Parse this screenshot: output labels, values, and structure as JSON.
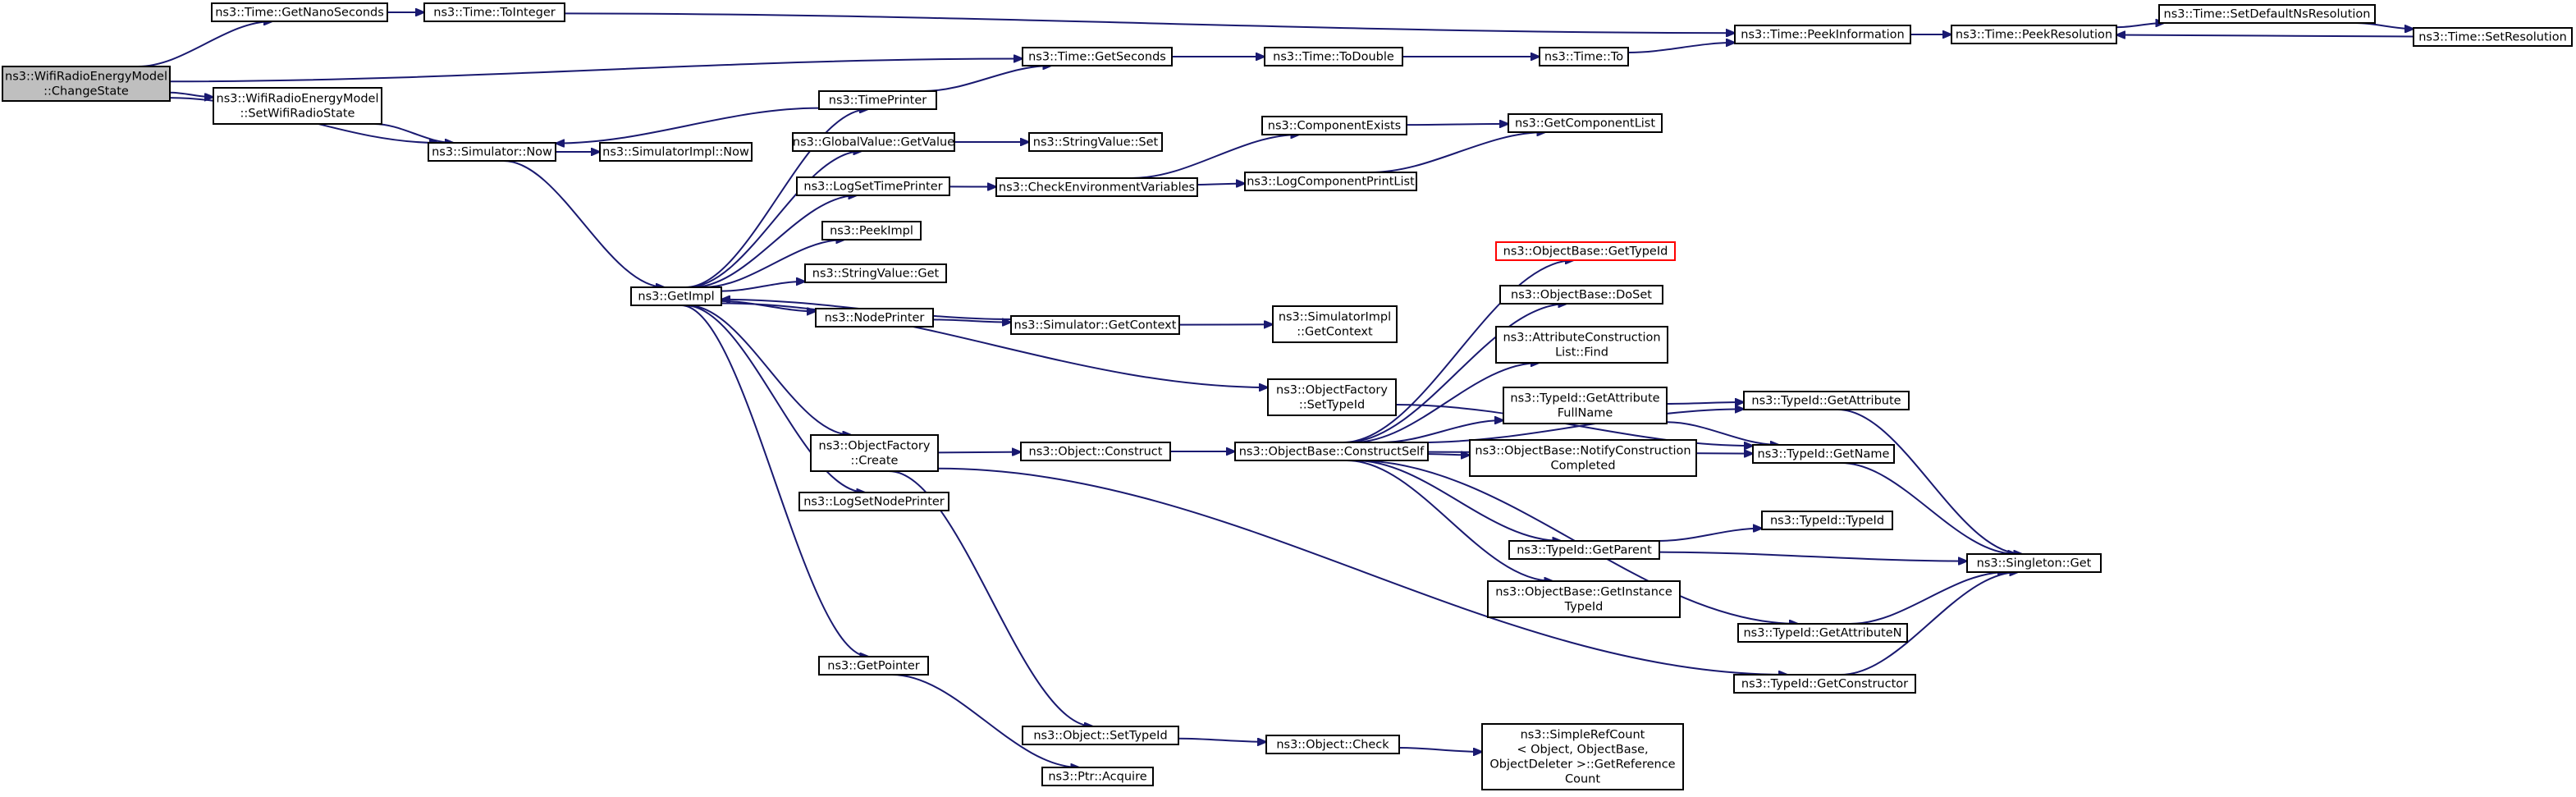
{
  "nodes": [
    {
      "id": "root",
      "lines": [
        "ns3::WifiRadioEnergyModel",
        "::ChangeState"
      ],
      "style": "root"
    },
    {
      "id": "getNano",
      "lines": [
        "ns3::Time::GetNanoSeconds"
      ]
    },
    {
      "id": "toInteger",
      "lines": [
        "ns3::Time::ToInteger"
      ]
    },
    {
      "id": "peekInfo",
      "lines": [
        "ns3::Time::PeekInformation"
      ]
    },
    {
      "id": "peekRes",
      "lines": [
        "ns3::Time::PeekResolution"
      ]
    },
    {
      "id": "setDefaultNs",
      "lines": [
        "ns3::Time::SetDefaultNsResolution"
      ]
    },
    {
      "id": "setRes",
      "lines": [
        "ns3::Time::SetResolution"
      ]
    },
    {
      "id": "getSeconds",
      "lines": [
        "ns3::Time::GetSeconds"
      ]
    },
    {
      "id": "toDouble",
      "lines": [
        "ns3::Time::ToDouble"
      ]
    },
    {
      "id": "timeTo",
      "lines": [
        "ns3::Time::To"
      ]
    },
    {
      "id": "setWifi",
      "lines": [
        "ns3::WifiRadioEnergyModel",
        "::SetWifiRadioState"
      ]
    },
    {
      "id": "timePrinter",
      "lines": [
        "ns3::TimePrinter"
      ]
    },
    {
      "id": "simNow",
      "lines": [
        "ns3::Simulator::Now"
      ]
    },
    {
      "id": "simImplNow",
      "lines": [
        "ns3::SimulatorImpl::Now"
      ]
    },
    {
      "id": "gvGetValue",
      "lines": [
        "ns3::GlobalValue::GetValue"
      ]
    },
    {
      "id": "svSet",
      "lines": [
        "ns3::StringValue::Set"
      ]
    },
    {
      "id": "compExists",
      "lines": [
        "ns3::ComponentExists"
      ]
    },
    {
      "id": "getCompList",
      "lines": [
        "ns3::GetComponentList"
      ]
    },
    {
      "id": "logSetTime",
      "lines": [
        "ns3::LogSetTimePrinter"
      ]
    },
    {
      "id": "checkEnv",
      "lines": [
        "ns3::CheckEnvironmentVariables"
      ]
    },
    {
      "id": "logCompPrint",
      "lines": [
        "ns3::LogComponentPrintList"
      ]
    },
    {
      "id": "peekImpl",
      "lines": [
        "ns3::PeekImpl"
      ]
    },
    {
      "id": "obGetTypeId",
      "lines": [
        "ns3::ObjectBase::GetTypeId"
      ],
      "style": "red"
    },
    {
      "id": "svGet",
      "lines": [
        "ns3::StringValue::Get"
      ]
    },
    {
      "id": "getImpl",
      "lines": [
        "ns3::GetImpl"
      ]
    },
    {
      "id": "obDoSet",
      "lines": [
        "ns3::ObjectBase::DoSet"
      ]
    },
    {
      "id": "nodePrinter",
      "lines": [
        "ns3::NodePrinter"
      ]
    },
    {
      "id": "simGetCtx",
      "lines": [
        "ns3::Simulator::GetContext"
      ]
    },
    {
      "id": "simImplGetCtx",
      "lines": [
        "ns3::SimulatorImpl",
        "::GetContext"
      ]
    },
    {
      "id": "attrCons",
      "lines": [
        "ns3::AttributeConstruction",
        "List::Find"
      ]
    },
    {
      "id": "ofSetTypeId",
      "lines": [
        "ns3::ObjectFactory",
        "::SetTypeId"
      ]
    },
    {
      "id": "tidGetAttrFull",
      "lines": [
        "ns3::TypeId::GetAttribute",
        "FullName"
      ]
    },
    {
      "id": "tidGetAttr",
      "lines": [
        "ns3::TypeId::GetAttribute"
      ]
    },
    {
      "id": "ofCreate",
      "lines": [
        "ns3::ObjectFactory",
        "::Create"
      ]
    },
    {
      "id": "objConstruct",
      "lines": [
        "ns3::Object::Construct"
      ]
    },
    {
      "id": "obConstructSelf",
      "lines": [
        "ns3::ObjectBase::ConstructSelf"
      ]
    },
    {
      "id": "obNotify",
      "lines": [
        "ns3::ObjectBase::NotifyConstruction",
        "Completed"
      ]
    },
    {
      "id": "tidGetName",
      "lines": [
        "ns3::TypeId::GetName"
      ]
    },
    {
      "id": "logSetNode",
      "lines": [
        "ns3::LogSetNodePrinter"
      ]
    },
    {
      "id": "tidTypeId",
      "lines": [
        "ns3::TypeId::TypeId"
      ]
    },
    {
      "id": "tidGetParent",
      "lines": [
        "ns3::TypeId::GetParent"
      ]
    },
    {
      "id": "singletonGet",
      "lines": [
        "ns3::Singleton::Get"
      ]
    },
    {
      "id": "obGetInstance",
      "lines": [
        "ns3::ObjectBase::GetInstance",
        "TypeId"
      ]
    },
    {
      "id": "tidGetAttrN",
      "lines": [
        "ns3::TypeId::GetAttributeN"
      ]
    },
    {
      "id": "getPointer",
      "lines": [
        "ns3::GetPointer"
      ]
    },
    {
      "id": "tidGetCtor",
      "lines": [
        "ns3::TypeId::GetConstructor"
      ]
    },
    {
      "id": "objSetTypeId",
      "lines": [
        "ns3::Object::SetTypeId"
      ]
    },
    {
      "id": "objCheck",
      "lines": [
        "ns3::Object::Check"
      ]
    },
    {
      "id": "srcGetRef",
      "lines": [
        "ns3::SimpleRefCount",
        "< Object, ObjectBase,",
        "ObjectDeleter >::GetReference",
        "Count"
      ]
    },
    {
      "id": "ptrAcquire",
      "lines": [
        "ns3::Ptr::Acquire"
      ]
    }
  ],
  "edges": [
    [
      "root",
      "getNano"
    ],
    [
      "root",
      "getSeconds"
    ],
    [
      "root",
      "setWifi"
    ],
    [
      "root",
      "simNow"
    ],
    [
      "getNano",
      "toInteger"
    ],
    [
      "toInteger",
      "peekInfo"
    ],
    [
      "peekInfo",
      "peekRes"
    ],
    [
      "peekRes",
      "setDefaultNs"
    ],
    [
      "setDefaultNs",
      "setRes"
    ],
    [
      "setRes",
      "peekRes"
    ],
    [
      "getSeconds",
      "toDouble"
    ],
    [
      "toDouble",
      "timeTo"
    ],
    [
      "timeTo",
      "peekInfo"
    ],
    [
      "setWifi",
      "simNow"
    ],
    [
      "timePrinter",
      "getSeconds"
    ],
    [
      "timePrinter",
      "simNow"
    ],
    [
      "simNow",
      "simImplNow"
    ],
    [
      "simNow",
      "getImpl"
    ],
    [
      "gvGetValue",
      "svSet"
    ],
    [
      "logSetTime",
      "checkEnv"
    ],
    [
      "checkEnv",
      "compExists"
    ],
    [
      "checkEnv",
      "logCompPrint"
    ],
    [
      "compExists",
      "getCompList"
    ],
    [
      "logCompPrint",
      "getCompList"
    ],
    [
      "getImpl",
      "timePrinter"
    ],
    [
      "getImpl",
      "gvGetValue"
    ],
    [
      "getImpl",
      "logSetTime"
    ],
    [
      "getImpl",
      "peekImpl"
    ],
    [
      "getImpl",
      "svGet"
    ],
    [
      "getImpl",
      "nodePrinter"
    ],
    [
      "getImpl",
      "ofSetTypeId"
    ],
    [
      "getImpl",
      "ofCreate"
    ],
    [
      "getImpl",
      "logSetNode"
    ],
    [
      "getImpl",
      "getPointer"
    ],
    [
      "nodePrinter",
      "simGetCtx"
    ],
    [
      "simGetCtx",
      "simImplGetCtx"
    ],
    [
      "simGetCtx",
      "getImpl"
    ],
    [
      "ofSetTypeId",
      "tidGetName"
    ],
    [
      "ofCreate",
      "objConstruct"
    ],
    [
      "ofCreate",
      "tidGetCtor"
    ],
    [
      "ofCreate",
      "objSetTypeId"
    ],
    [
      "objConstruct",
      "obConstructSelf"
    ],
    [
      "obConstructSelf",
      "obGetTypeId"
    ],
    [
      "obConstructSelf",
      "obDoSet"
    ],
    [
      "obConstructSelf",
      "attrCons"
    ],
    [
      "obConstructSelf",
      "tidGetAttrFull"
    ],
    [
      "obConstructSelf",
      "tidGetAttr"
    ],
    [
      "obConstructSelf",
      "obNotify"
    ],
    [
      "obConstructSelf",
      "tidGetName"
    ],
    [
      "obConstructSelf",
      "tidGetParent"
    ],
    [
      "obConstructSelf",
      "obGetInstance"
    ],
    [
      "obConstructSelf",
      "tidGetAttrN"
    ],
    [
      "tidGetAttrFull",
      "tidGetAttr"
    ],
    [
      "tidGetAttrFull",
      "tidGetName"
    ],
    [
      "tidGetAttr",
      "singletonGet"
    ],
    [
      "tidGetName",
      "singletonGet"
    ],
    [
      "tidGetParent",
      "tidTypeId"
    ],
    [
      "tidGetParent",
      "singletonGet"
    ],
    [
      "tidGetAttrN",
      "singletonGet"
    ],
    [
      "tidGetCtor",
      "singletonGet"
    ],
    [
      "getPointer",
      "ptrAcquire"
    ],
    [
      "objSetTypeId",
      "objCheck"
    ],
    [
      "objCheck",
      "srcGetRef"
    ]
  ]
}
